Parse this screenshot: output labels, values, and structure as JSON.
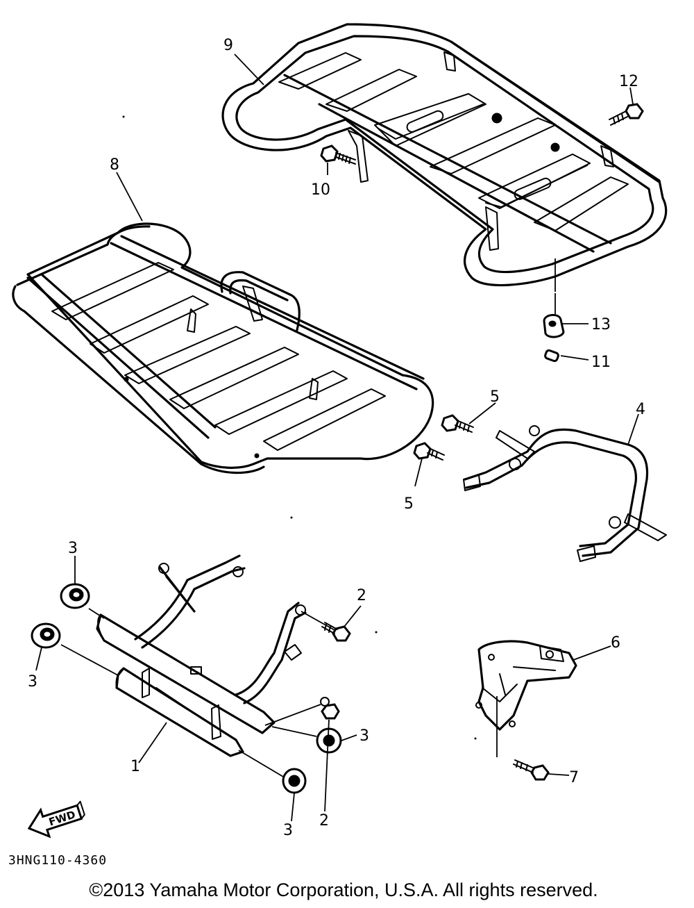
{
  "callouts": {
    "p1": "1",
    "p2a": "2",
    "p2b": "2",
    "p3a": "3",
    "p3b": "3",
    "p3c": "3",
    "p3d": "3",
    "p4": "4",
    "p5a": "5",
    "p5b": "5",
    "p6": "6",
    "p7": "7",
    "p8": "8",
    "p9": "9",
    "p10": "10",
    "p11": "11",
    "p12": "12",
    "p13": "13"
  },
  "direction_label": "FWD",
  "reference_code": "3HNG110-4360",
  "copyright": "©2013 Yamaha Motor Corporation, U.S.A. All rights reserved."
}
